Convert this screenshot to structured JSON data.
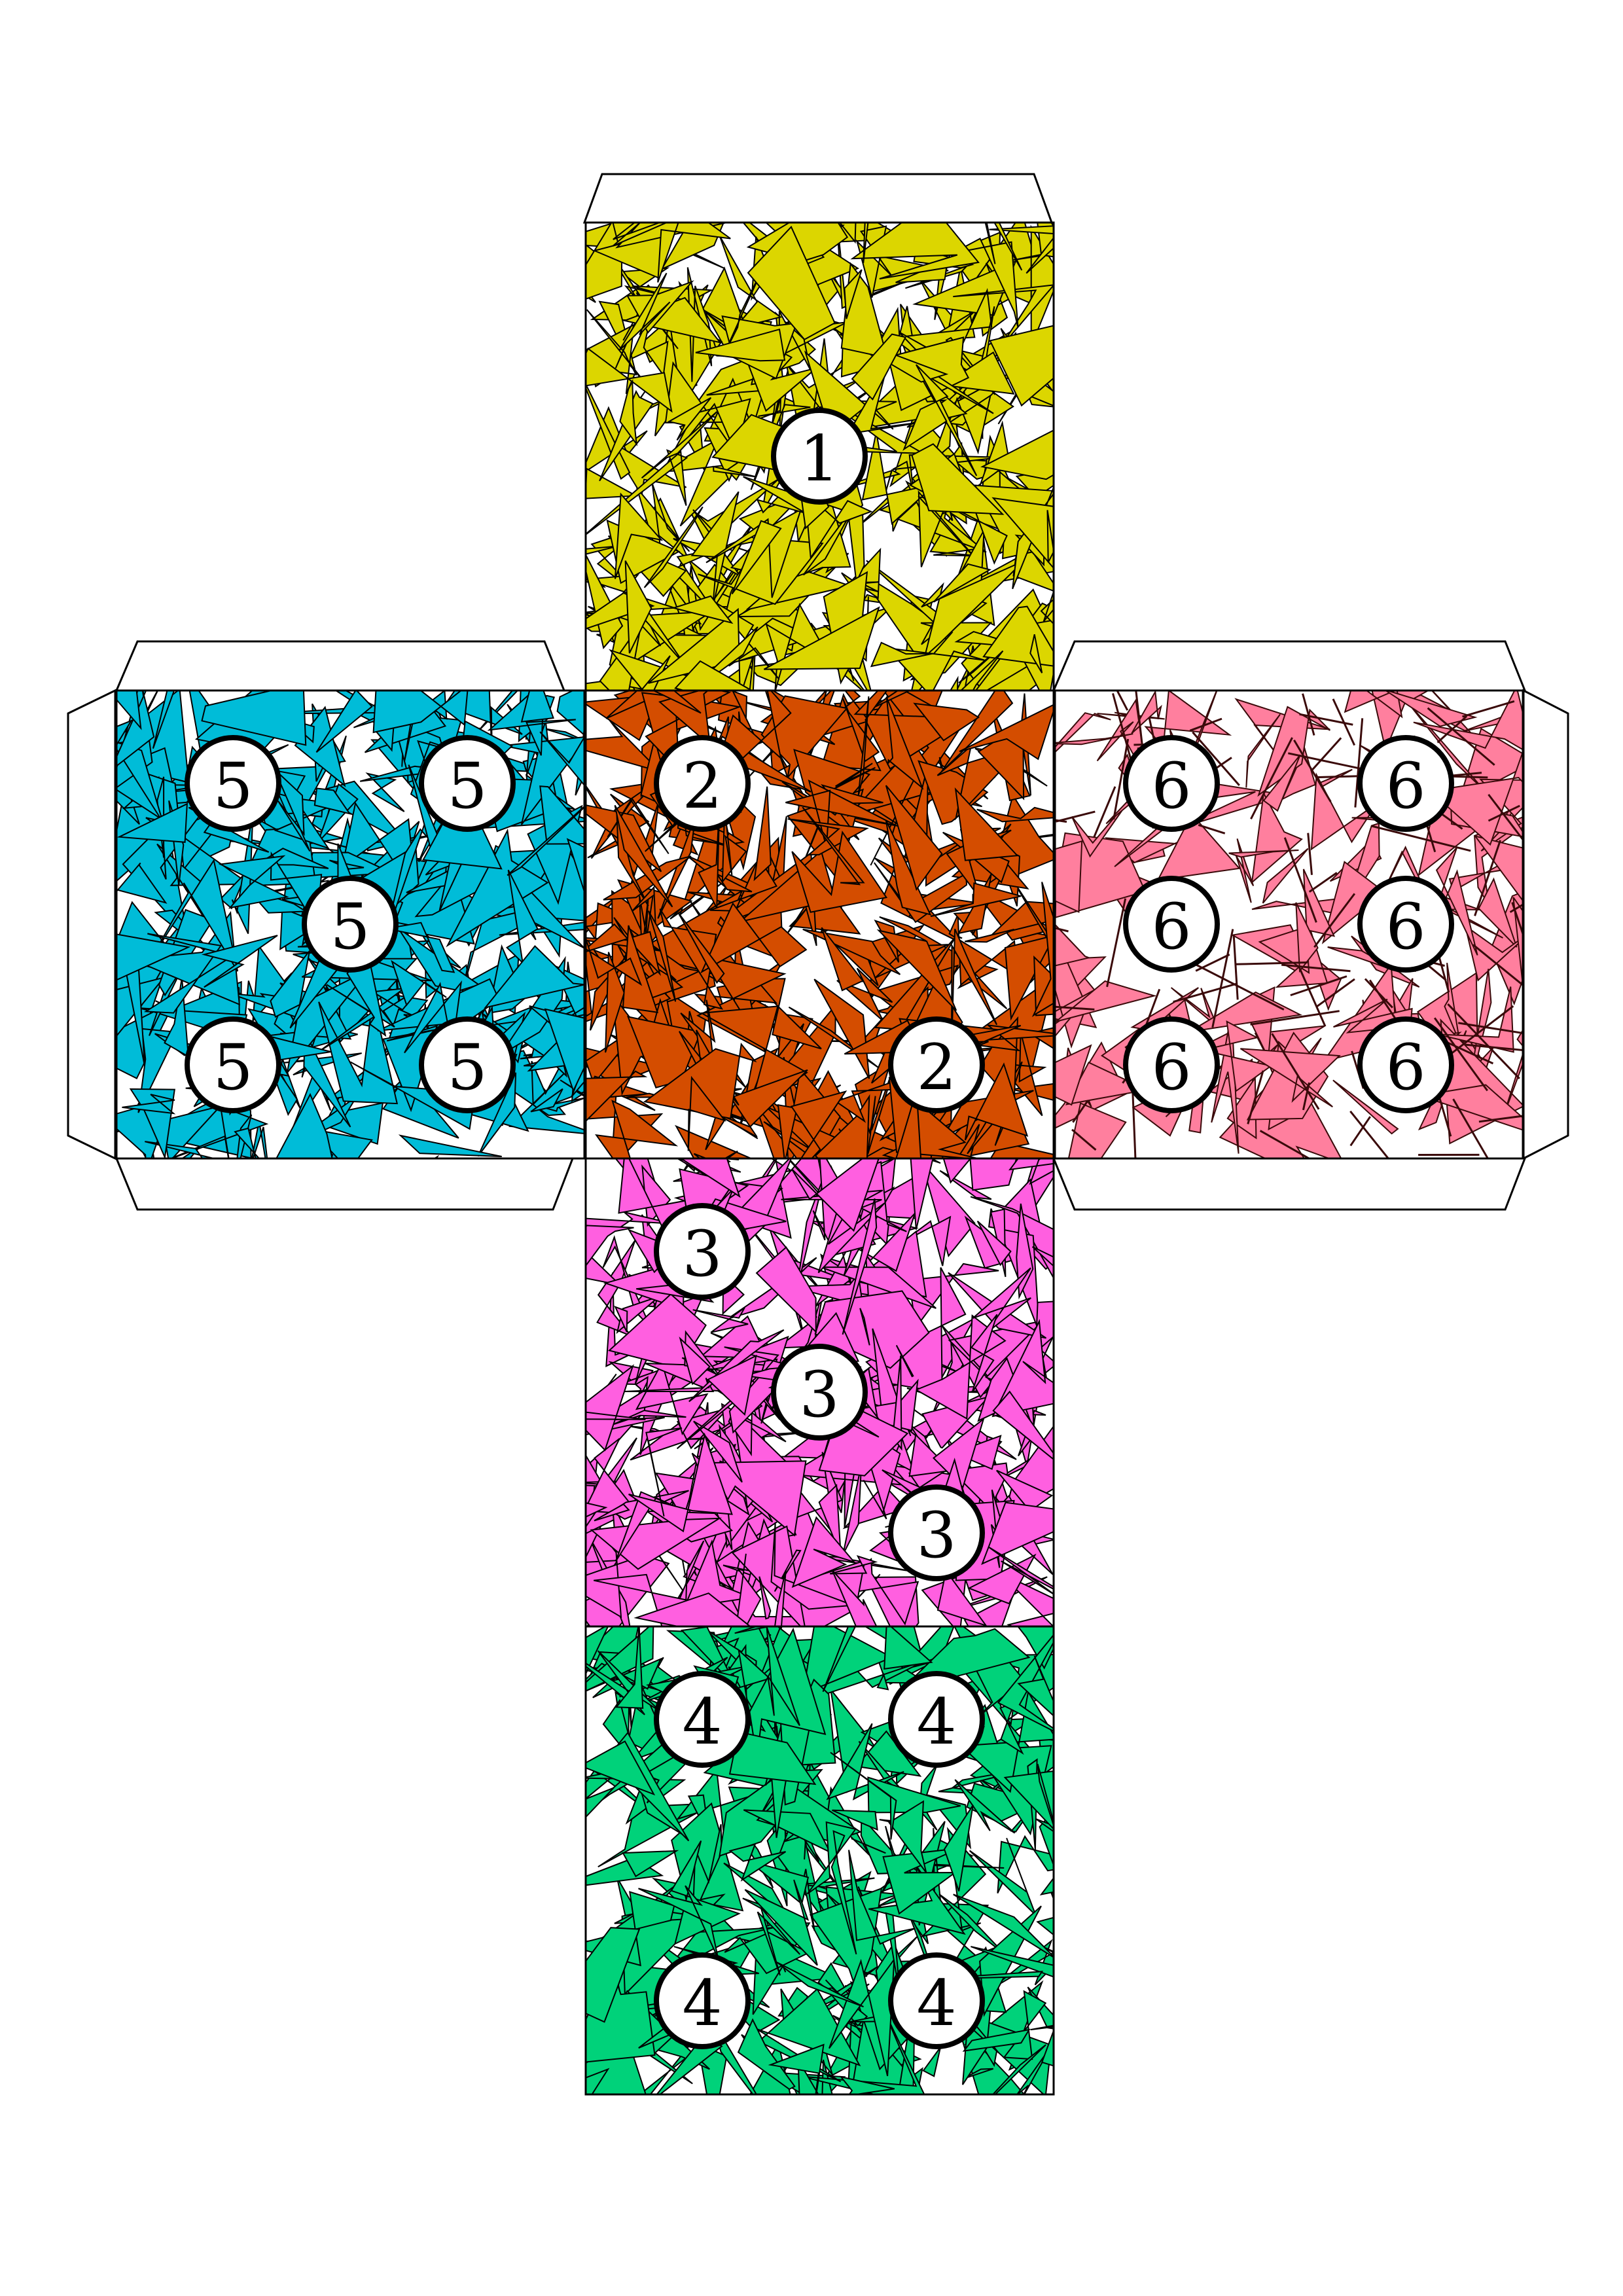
{
  "faces": [
    {
      "id": "face-1",
      "value": "1",
      "color": "#dcd600",
      "line": "#000000"
    },
    {
      "id": "face-2",
      "value": "2",
      "color": "#d44d00",
      "line": "#000000"
    },
    {
      "id": "face-3",
      "value": "3",
      "color": "#ff5fe0",
      "line": "#000000"
    },
    {
      "id": "face-4",
      "value": "4",
      "color": "#00d27a",
      "line": "#000000"
    },
    {
      "id": "face-5",
      "value": "5",
      "color": "#00bcd8",
      "line": "#000000"
    },
    {
      "id": "face-6",
      "value": "6",
      "color": "#ff7f9e",
      "line": "#3a0a0a"
    }
  ],
  "tabs": {
    "fill": "#ffffff",
    "stroke": "#000000"
  }
}
